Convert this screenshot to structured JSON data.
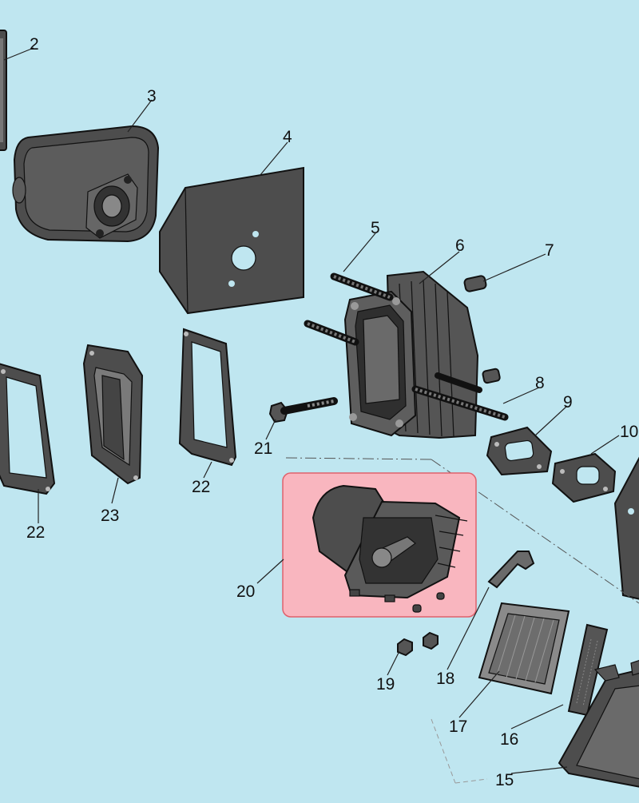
{
  "diagram": {
    "background": "#bfe6f0",
    "part_fill": "#4d4d4d",
    "part_light": "#8a8a8a",
    "highlight_fill": "#f9b6bf",
    "highlight_stroke": "#e0616c",
    "highlighted_part": "20",
    "labels": [
      "2",
      "3",
      "4",
      "5",
      "6",
      "7",
      "8",
      "9",
      "10",
      "21",
      "22",
      "23",
      "22",
      "20",
      "18",
      "19",
      "17",
      "16",
      "15"
    ]
  }
}
